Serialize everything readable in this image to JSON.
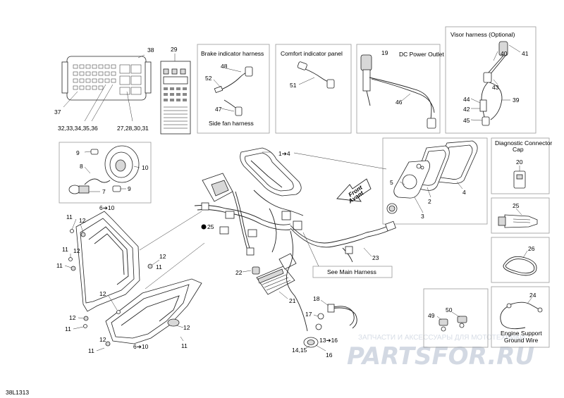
{
  "labels": {
    "p1_4": "1➔4",
    "p2": "2",
    "p3": "3",
    "p4": "4",
    "p5": "5",
    "p6_10a": "6➔10",
    "p6_10b": "6➔10",
    "p7": "7",
    "p8": "8",
    "p9a": "9",
    "p9b": "9",
    "p10": "10",
    "p11a": "11",
    "p11b": "11",
    "p11c": "11",
    "p11d": "11",
    "p11e": "11",
    "p11f": "11",
    "p12a": "12",
    "p12b": "12",
    "p12c": "12",
    "p12d": "12",
    "p12e": "12",
    "p12f": "12",
    "p13_16": "13➔16",
    "p14_15": "14,15",
    "p16": "16",
    "p17": "17",
    "p18": "18",
    "p19": "19",
    "p20": "20",
    "p21": "21",
    "p22": "22",
    "p23": "23",
    "p24": "24",
    "p25a": "25",
    "p25b": "25",
    "p26": "26",
    "p27": "27,28,30,31",
    "p29": "29",
    "p32": "32,33,34,35,36",
    "p37": "37",
    "p38": "38",
    "p39": "39",
    "p40": "40",
    "p41": "41",
    "p42": "42",
    "p43": "43",
    "p44": "44",
    "p45": "45",
    "p46": "46",
    "p47": "47",
    "p48": "48",
    "p49": "49",
    "p50": "50",
    "p51": "51",
    "p52": "52"
  },
  "titles": {
    "brake": "Brake indicator harness",
    "side_fan": "Side fan harness",
    "comfort": "Comfort indicator panel",
    "dc_outlet": "DC Power Outlet",
    "visor": "Visor harness (Optional)",
    "diag_line1": "Diagnostic Connector",
    "diag_line2": "Cap",
    "main_harness": "See Main Harness",
    "ground_line1": "Engine Support",
    "ground_line2": "Ground Wire",
    "front_line1": "Front",
    "front_line2": "Avant"
  },
  "figure_code": "38L1313",
  "watermark": {
    "line1": "ЗАПЧАСТИ И АКСЕССУАРЫ ДЛЯ МОТОТЕХНИКИ",
    "line2": "PARTSFOR.RU"
  }
}
